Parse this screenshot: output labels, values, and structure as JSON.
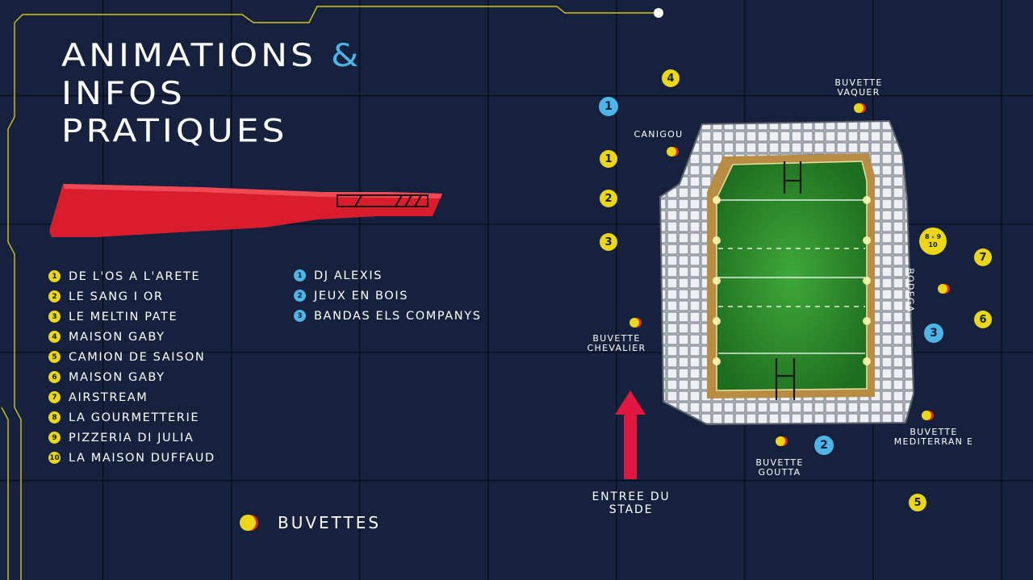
{
  "title": {
    "line1": "ANIMATIONS",
    "amp": "&",
    "line2": "INFOS",
    "line3": "PRATIQUES"
  },
  "food_stands": [
    {
      "num": "1",
      "label": "DE L'OS A L'ARETE"
    },
    {
      "num": "2",
      "label": "LE SANG I OR"
    },
    {
      "num": "3",
      "label": "LE MELTIN PATE"
    },
    {
      "num": "4",
      "label": "MAISON GABY"
    },
    {
      "num": "5",
      "label": "CAMION DE SAISON"
    },
    {
      "num": "6",
      "label": "MAISON GABY"
    },
    {
      "num": "7",
      "label": "AIRSTREAM"
    },
    {
      "num": "8",
      "label": "LA GOURMETTERIE"
    },
    {
      "num": "9",
      "label": "PIZZERIA DI JULIA"
    },
    {
      "num": "10",
      "label": "LA MAISON DUFFAUD"
    }
  ],
  "animations": [
    {
      "num": "1",
      "label": "DJ ALEXIS"
    },
    {
      "num": "2",
      "label": "JEUX EN BOIS"
    },
    {
      "num": "3",
      "label": "BANDAS ELS COMPANYS"
    }
  ],
  "legend": {
    "label": "BUVETTES"
  },
  "map": {
    "buvette_vaquer": {
      "line1": "BUVETTE",
      "line2": "VAQUER"
    },
    "canigou": "CANIGOU",
    "buvette_chevalier": {
      "line1": "BUVETTE",
      "line2": "CHEVALIER"
    },
    "buvette_goutta": {
      "line1": "BUVETTE",
      "line2": "GOUTTA"
    },
    "buvette_mediterrane": {
      "line1": "BUVETTE",
      "line2": "MEDITERRAN E"
    },
    "bodega": "BODEGA",
    "entree": {
      "line1": "ENTREE DU",
      "line2": "STADE"
    },
    "markers": {
      "y4": "4",
      "y1": "1",
      "y2": "2",
      "y3": "3",
      "y7": "7",
      "y6": "6",
      "y5": "5",
      "multi_top": "8 - 9",
      "multi_bottom": "10",
      "b1": "1",
      "b2": "2",
      "b3": "3"
    }
  },
  "colors": {
    "background": "#15213d",
    "yellow": "#ebd61a",
    "blue": "#4fb5e6",
    "red": "#d92e1c",
    "circuit": "#d6c41e"
  }
}
